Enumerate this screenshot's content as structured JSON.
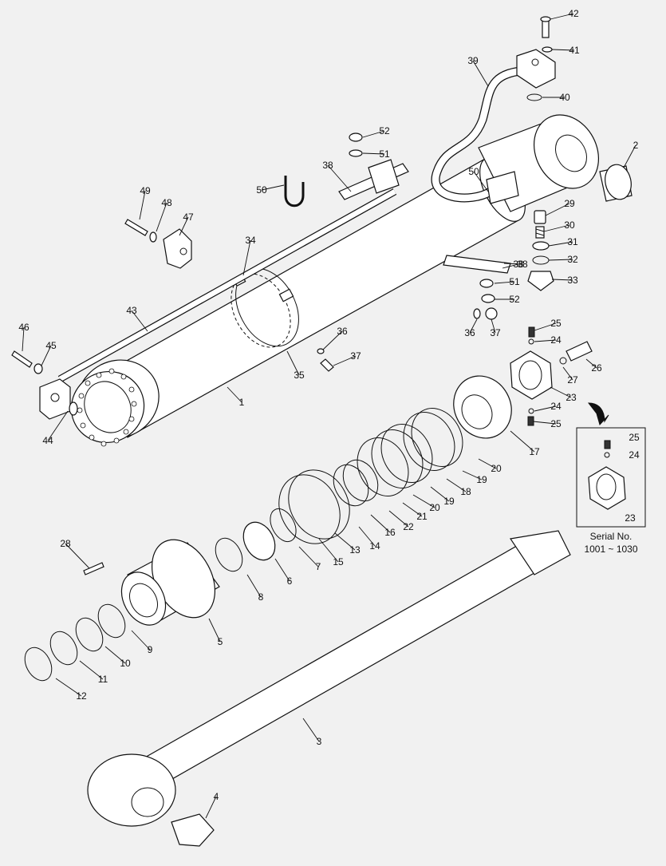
{
  "diagram": {
    "callouts": [
      "1",
      "2",
      "3",
      "4",
      "5",
      "6",
      "7",
      "8",
      "9",
      "10",
      "11",
      "12",
      "13",
      "14",
      "15",
      "16",
      "17",
      "18",
      "19",
      "20",
      "21",
      "22",
      "23",
      "24",
      "25",
      "26",
      "27",
      "28",
      "29",
      "30",
      "31",
      "32",
      "33",
      "34",
      "35",
      "36",
      "37",
      "38",
      "39",
      "40",
      "41",
      "42",
      "43",
      "44",
      "45",
      "46",
      "47",
      "48",
      "49",
      "50",
      "51",
      "52"
    ],
    "inset": {
      "caption_line1": "Serial No.",
      "caption_line2": "1001 ~ 1030",
      "labels": [
        "25",
        "24",
        "23"
      ]
    }
  }
}
